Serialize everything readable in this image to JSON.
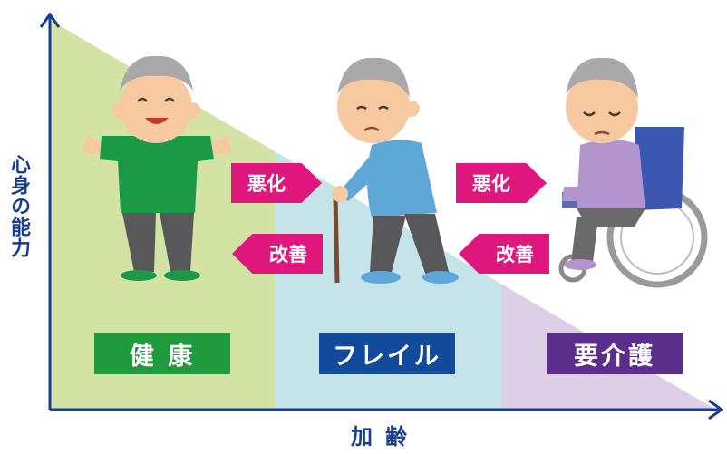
{
  "axes": {
    "y_label": "心身の能力",
    "x_label": "加齢"
  },
  "stages": [
    {
      "label": "健 康",
      "color": "#1f9a3c"
    },
    {
      "label": "フレイル",
      "color": "#124a9c"
    },
    {
      "label": "要介護",
      "color": "#5b2e8c"
    }
  ],
  "transitions": {
    "worsen_label": "悪化",
    "improve_label": "改善",
    "color": "#e0177d"
  },
  "zone_colors": {
    "healthy": "#d3e3a4",
    "frail": "#c4e4ea",
    "care": "#ddd0e6"
  },
  "figures": [
    {
      "name": "healthy-elder",
      "shirt": "#1a9a45",
      "pants": "#58585a"
    },
    {
      "name": "frail-elder-with-cane",
      "shirt": "#5ea8d8",
      "pants": "#58585a"
    },
    {
      "name": "elder-in-wheelchair",
      "shirt": "#b494cc",
      "pants": "#6a6a6a"
    }
  ]
}
